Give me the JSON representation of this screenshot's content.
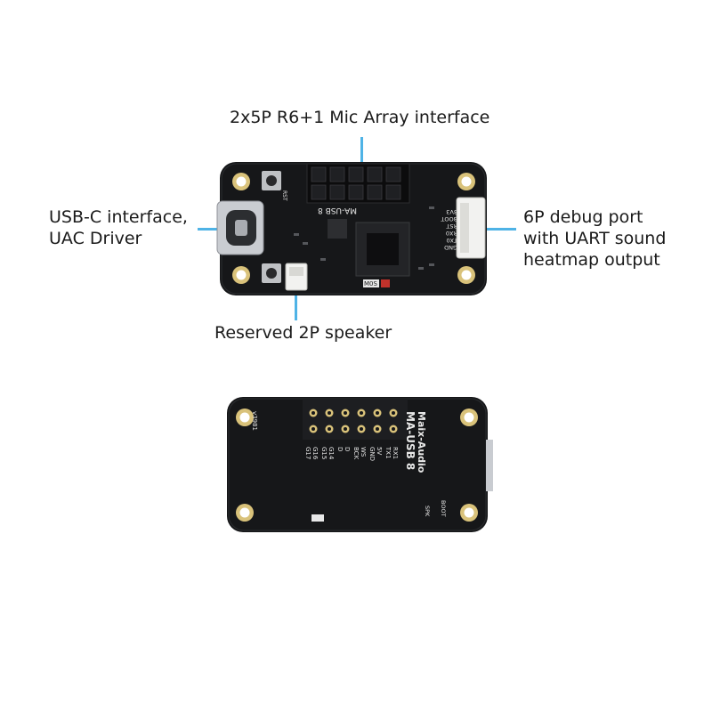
{
  "callouts": {
    "mic_array": "2x5P R6+1 Mic Array interface",
    "usb_c": [
      "USB-C interface,",
      "UAC Driver"
    ],
    "debug_port": [
      "6P debug port",
      "with UART sound",
      "heatmap output"
    ],
    "speaker": "Reserved 2P speaker"
  },
  "front_board": {
    "model": "MA-USB 8",
    "chip_label": "M0S",
    "button_label": "RST",
    "debug_pins": [
      "GND",
      "TX0",
      "RX0",
      "RST",
      "BOOT",
      "3V3"
    ]
  },
  "back_board": {
    "brand": "Maix-Audio",
    "model": "MA-USB 8",
    "version": "v3981",
    "pin_labels": [
      "RX1",
      "TX1",
      "5V",
      "GND",
      "WS",
      "BCK",
      "D",
      "D",
      "G14",
      "G15",
      "G16",
      "G17"
    ],
    "bottom_labels": [
      "BOOT",
      "SPK"
    ]
  },
  "colors": {
    "pcb": "#161719",
    "accent_line": "#4fb3e6",
    "pad": "#d9c27a",
    "silk": "#e8e8e8",
    "usb_metal": "#c9ccd1",
    "connector": "#f2f2f0"
  }
}
